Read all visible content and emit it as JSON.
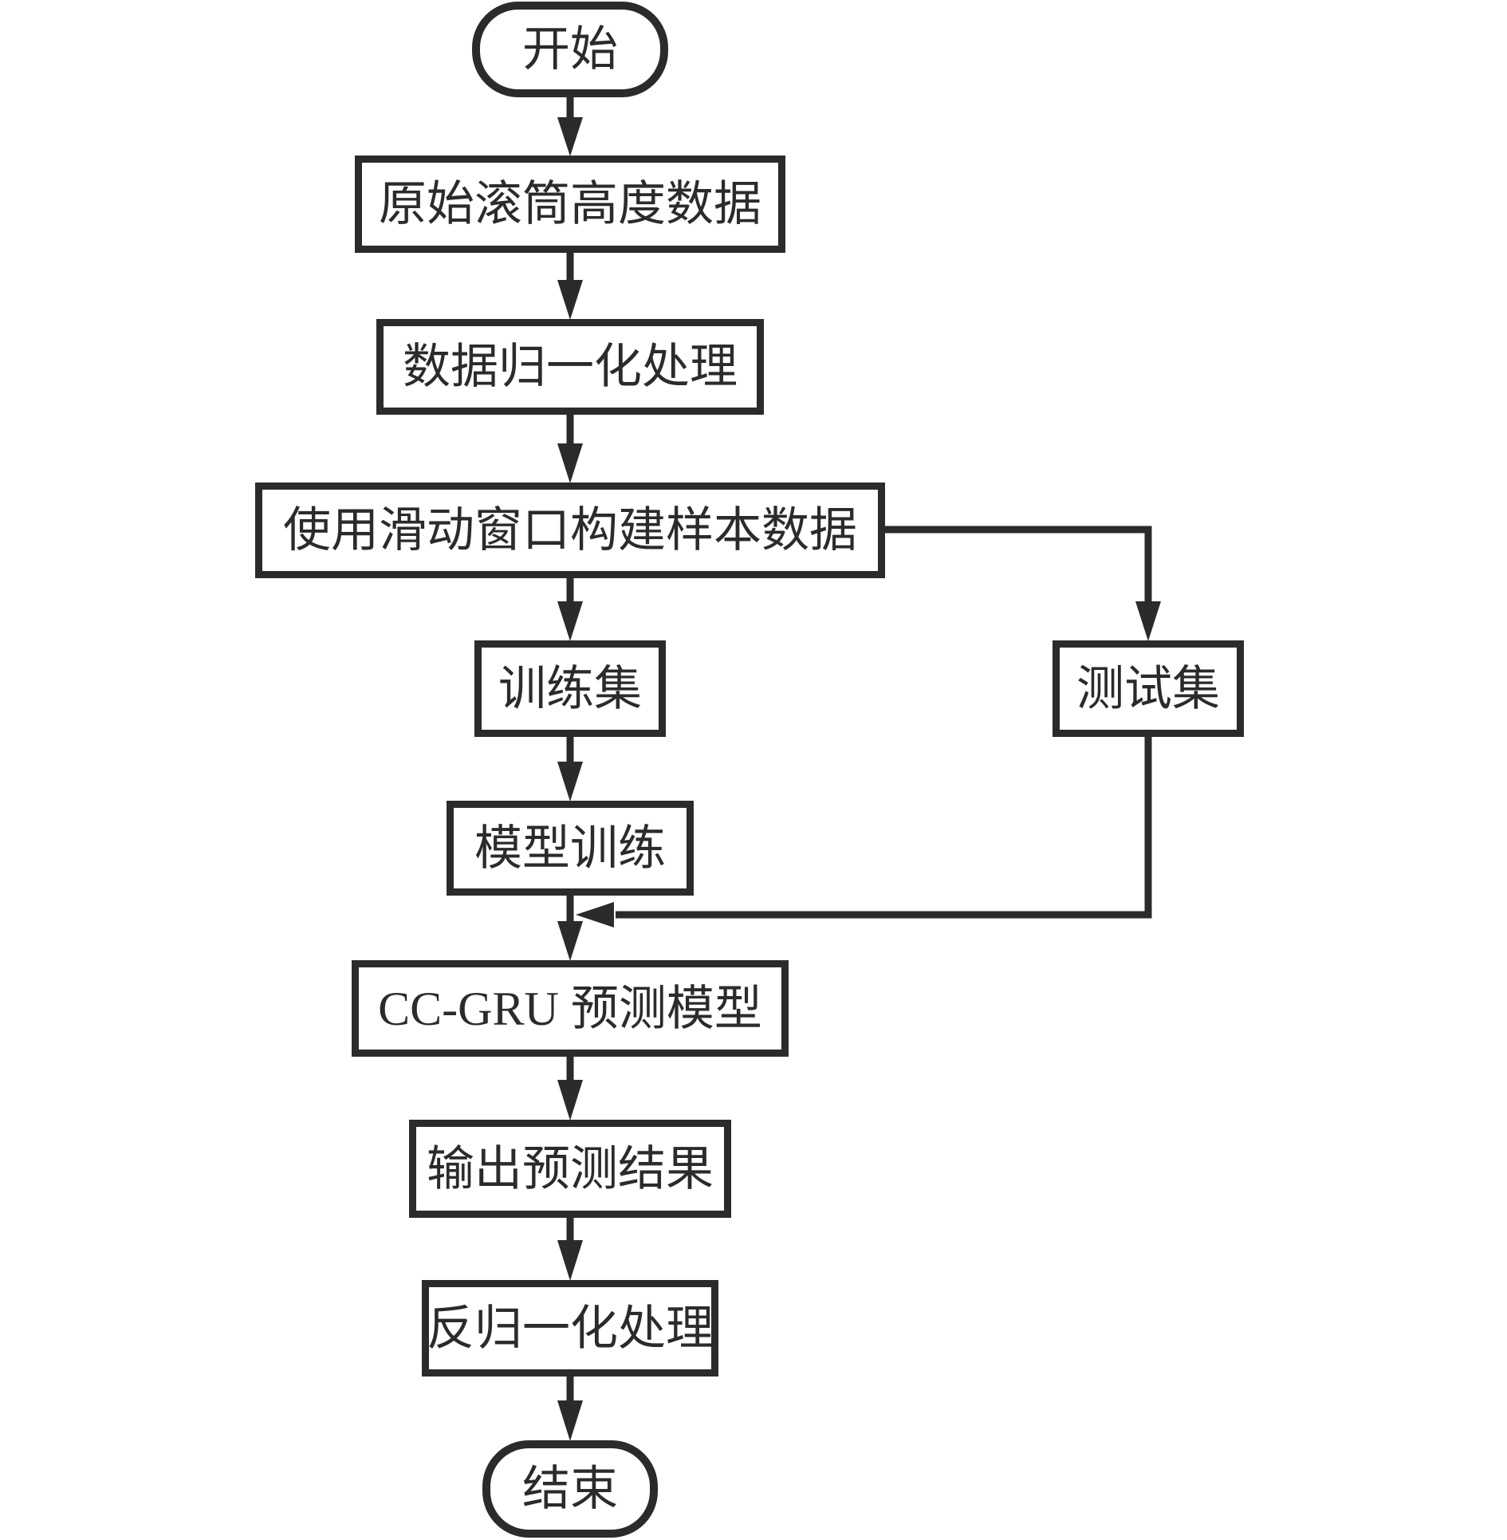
{
  "diagram_type": "flowchart",
  "colors": {
    "stroke": "#2b2b2b",
    "background": "#ffffff",
    "text": "#2b2b2b"
  },
  "nodes": {
    "start": {
      "label": "开始"
    },
    "raw_data": {
      "label": "原始滚筒高度数据"
    },
    "normalize": {
      "label": "数据归一化处理"
    },
    "sliding_window": {
      "label": "使用滑动窗口构建样本数据"
    },
    "train_set": {
      "label": "训练集"
    },
    "test_set": {
      "label": "测试集"
    },
    "model_training": {
      "label": "模型训练"
    },
    "cc_gru_model": {
      "label": "CC-GRU 预测模型"
    },
    "output_result": {
      "label": "输出预测结果"
    },
    "denormalize": {
      "label": "反归一化处理"
    },
    "end": {
      "label": "结束"
    }
  }
}
